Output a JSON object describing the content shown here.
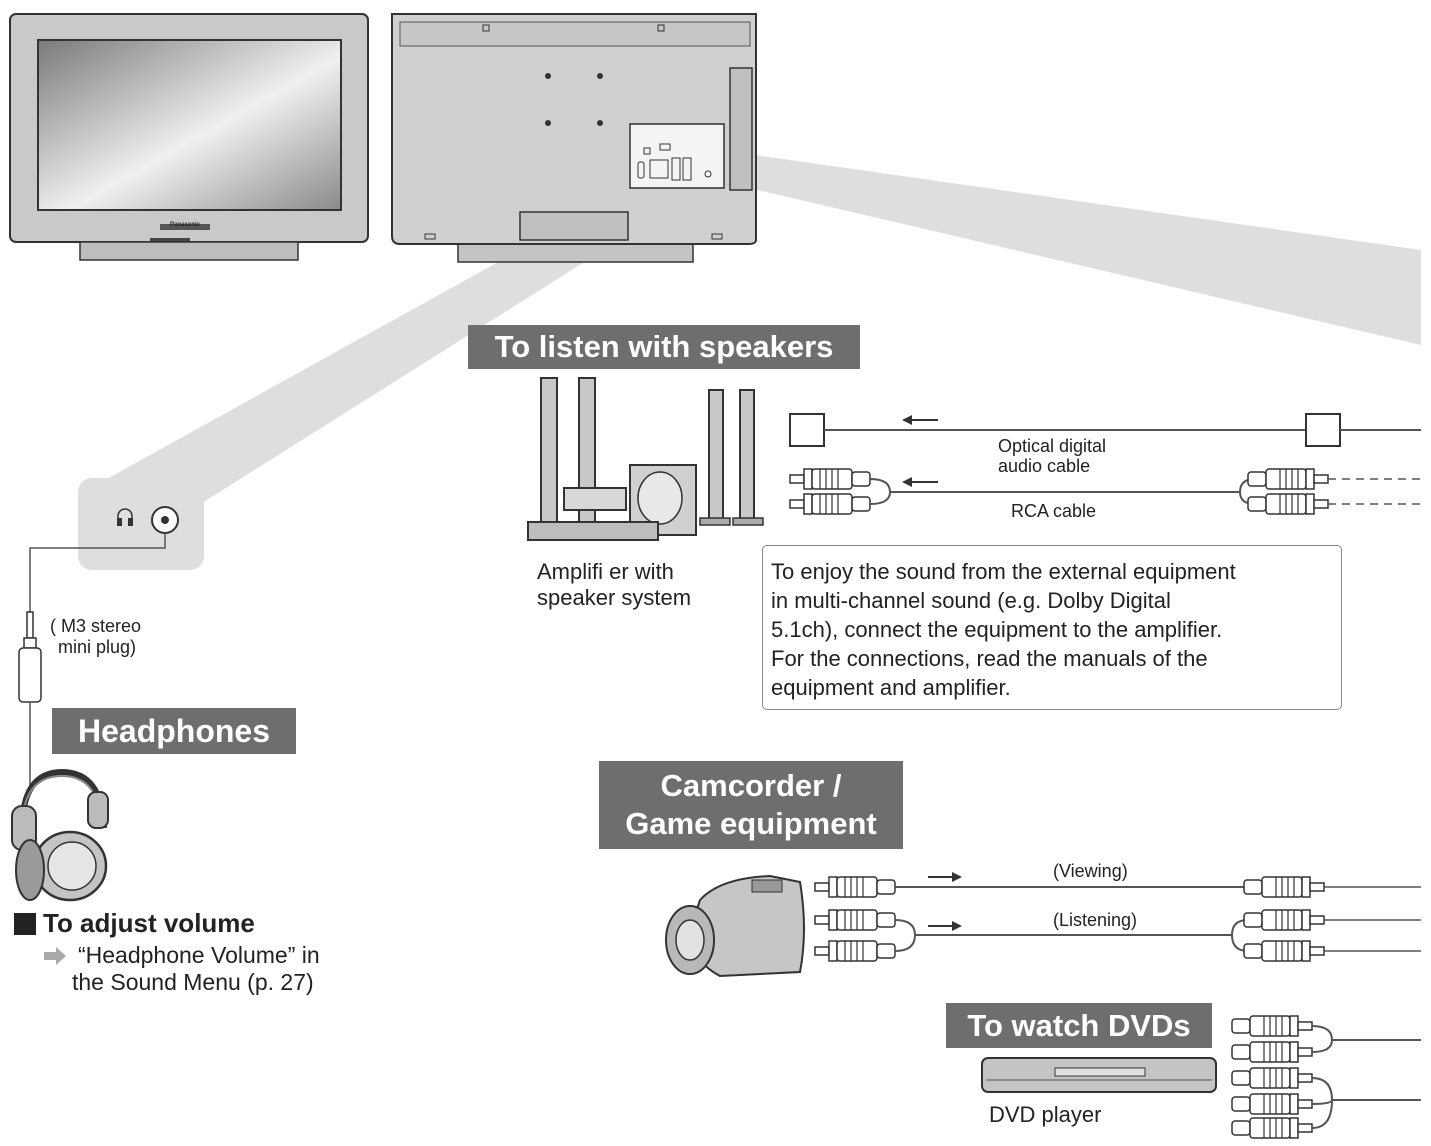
{
  "sections": {
    "speakers": {
      "title": "To listen with speakers"
    },
    "headphones": {
      "title": "Headphones"
    },
    "camcorder": {
      "title_lines": [
        "Camcorder /",
        "Game equipment"
      ]
    },
    "dvd": {
      "title": "To watch DVDs"
    }
  },
  "labels": {
    "optical_cable": [
      "Optical digital",
      "audio cable"
    ],
    "rca_cable": "RCA cable",
    "amplifier": [
      "Amplifi er with",
      "speaker system"
    ],
    "plug": [
      "( M3 stereo",
      "mini plug)"
    ],
    "viewing": "(Viewing)",
    "listening": "(Listening)",
    "dvd_player": "DVD player"
  },
  "note_lines": [
    "To enjoy the sound from the external equipment",
    "in multi-channel sound (e.g. Dolby Digital",
    "5.1ch), connect the equipment to the amplifier.",
    "For the connections, read the manuals of the",
    "equipment and amplifier."
  ],
  "volume": {
    "heading": "To adjust volume",
    "lines": [
      "“Headphone Volume” in",
      "the Sound Menu (p. 27)"
    ]
  },
  "tv_brand": "Panasonic",
  "colors": {
    "banner": "#6e6e6e",
    "cable": "#555555",
    "beam": "#dcdcdc",
    "tv_body": "#c8c8c8"
  }
}
